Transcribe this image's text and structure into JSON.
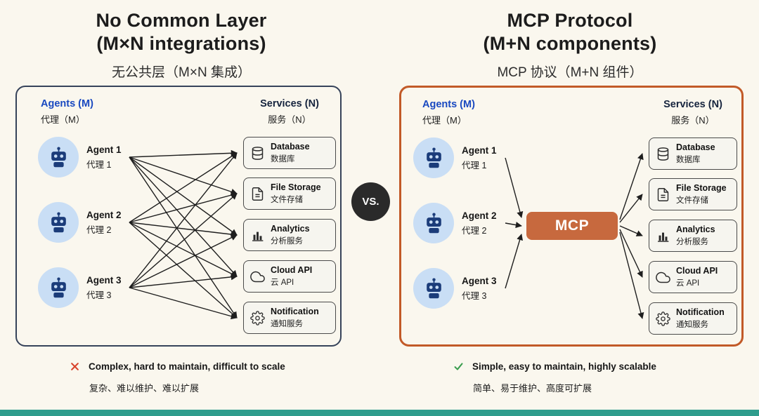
{
  "left": {
    "title_line1": "No Common Layer",
    "title_line2": "(M×N integrations)",
    "subtitle": "无公共层（M×N 集成）",
    "agents_header": "Agents (M)",
    "agents_header_zh": "代理（M）",
    "services_header": "Services (N)",
    "services_header_zh": "服务（N）",
    "agents": [
      {
        "label": "Agent 1",
        "label_zh": "代理 1"
      },
      {
        "label": "Agent 2",
        "label_zh": "代理 2"
      },
      {
        "label": "Agent 3",
        "label_zh": "代理 3"
      }
    ],
    "services": [
      {
        "label": "Database",
        "label_zh": "数据库",
        "icon": "database-icon"
      },
      {
        "label": "File Storage",
        "label_zh": "文件存储",
        "icon": "file-icon"
      },
      {
        "label": "Analytics",
        "label_zh": "分析服务",
        "icon": "bar-chart-icon"
      },
      {
        "label": "Cloud API",
        "label_zh": "云 API",
        "icon": "cloud-icon"
      },
      {
        "label": "Notification",
        "label_zh": "通知服务",
        "icon": "gear-icon"
      }
    ],
    "verdict": "Complex, hard to maintain, difficult to scale",
    "verdict_zh": "复杂、难以维护、难以扩展"
  },
  "vs": {
    "label": "VS."
  },
  "right": {
    "title_line1": "MCP Protocol",
    "title_line2": "(M+N components)",
    "subtitle": "MCP 协议（M+N 组件）",
    "agents_header": "Agents (M)",
    "agents_header_zh": "代理（M）",
    "services_header": "Services (N)",
    "services_header_zh": "服务（N）",
    "mcp_label": "MCP",
    "agents": [
      {
        "label": "Agent 1",
        "label_zh": "代理 1"
      },
      {
        "label": "Agent 2",
        "label_zh": "代理 2"
      },
      {
        "label": "Agent 3",
        "label_zh": "代理 3"
      }
    ],
    "services": [
      {
        "label": "Database",
        "label_zh": "数据库",
        "icon": "database-icon"
      },
      {
        "label": "File Storage",
        "label_zh": "文件存储",
        "icon": "file-icon"
      },
      {
        "label": "Analytics",
        "label_zh": "分析服务",
        "icon": "bar-chart-icon"
      },
      {
        "label": "Cloud API",
        "label_zh": "云 API",
        "icon": "cloud-icon"
      },
      {
        "label": "Notification",
        "label_zh": "通知服务",
        "icon": "gear-icon"
      }
    ],
    "verdict": "Simple, easy to maintain, highly scalable",
    "verdict_zh": "简单、易于维护、高度可扩展"
  },
  "colors": {
    "background": "#FAF7EE",
    "left_panel_border": "#36435A",
    "right_panel_border": "#C25A28",
    "mcp_box": "#C7693E",
    "agent_circle": "#C9DEF5",
    "agents_header": "#1949C0",
    "services_header": "#16243E",
    "error_red": "#D8432C",
    "success_green": "#3A9D4E",
    "vs_circle": "#2A2A2A",
    "bottom_bar": "#2E9C8C",
    "arrow": "#1E1E1E"
  }
}
